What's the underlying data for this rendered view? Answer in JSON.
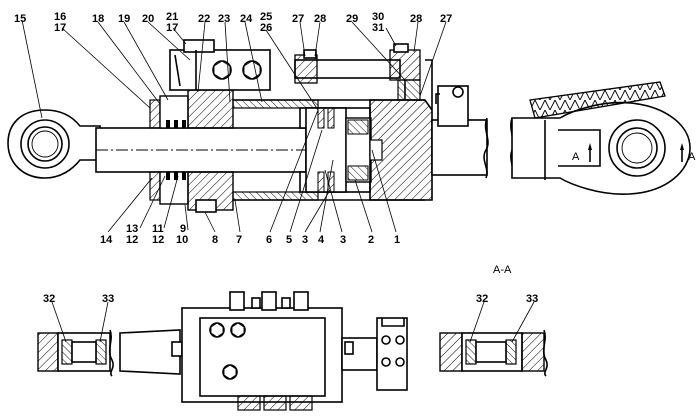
{
  "labels": {
    "top": [
      "15",
      "16",
      "17",
      "18",
      "19",
      "20",
      "21",
      "17",
      "22",
      "23",
      "24",
      "25",
      "26",
      "27",
      "28",
      "29",
      "30",
      "31",
      "28",
      "27"
    ],
    "bottom": [
      "14",
      "13",
      "12",
      "11",
      "12",
      "9",
      "10",
      "8",
      "7",
      "6",
      "5",
      "3",
      "4",
      "3",
      "2",
      "1"
    ],
    "lower_view": [
      "32",
      "33"
    ],
    "section_view": [
      "32",
      "33"
    ]
  },
  "section": {
    "title": "A-A",
    "marker_left": "A",
    "marker_right": "A"
  },
  "colors": {
    "line": "#000000",
    "background": "#ffffff"
  }
}
